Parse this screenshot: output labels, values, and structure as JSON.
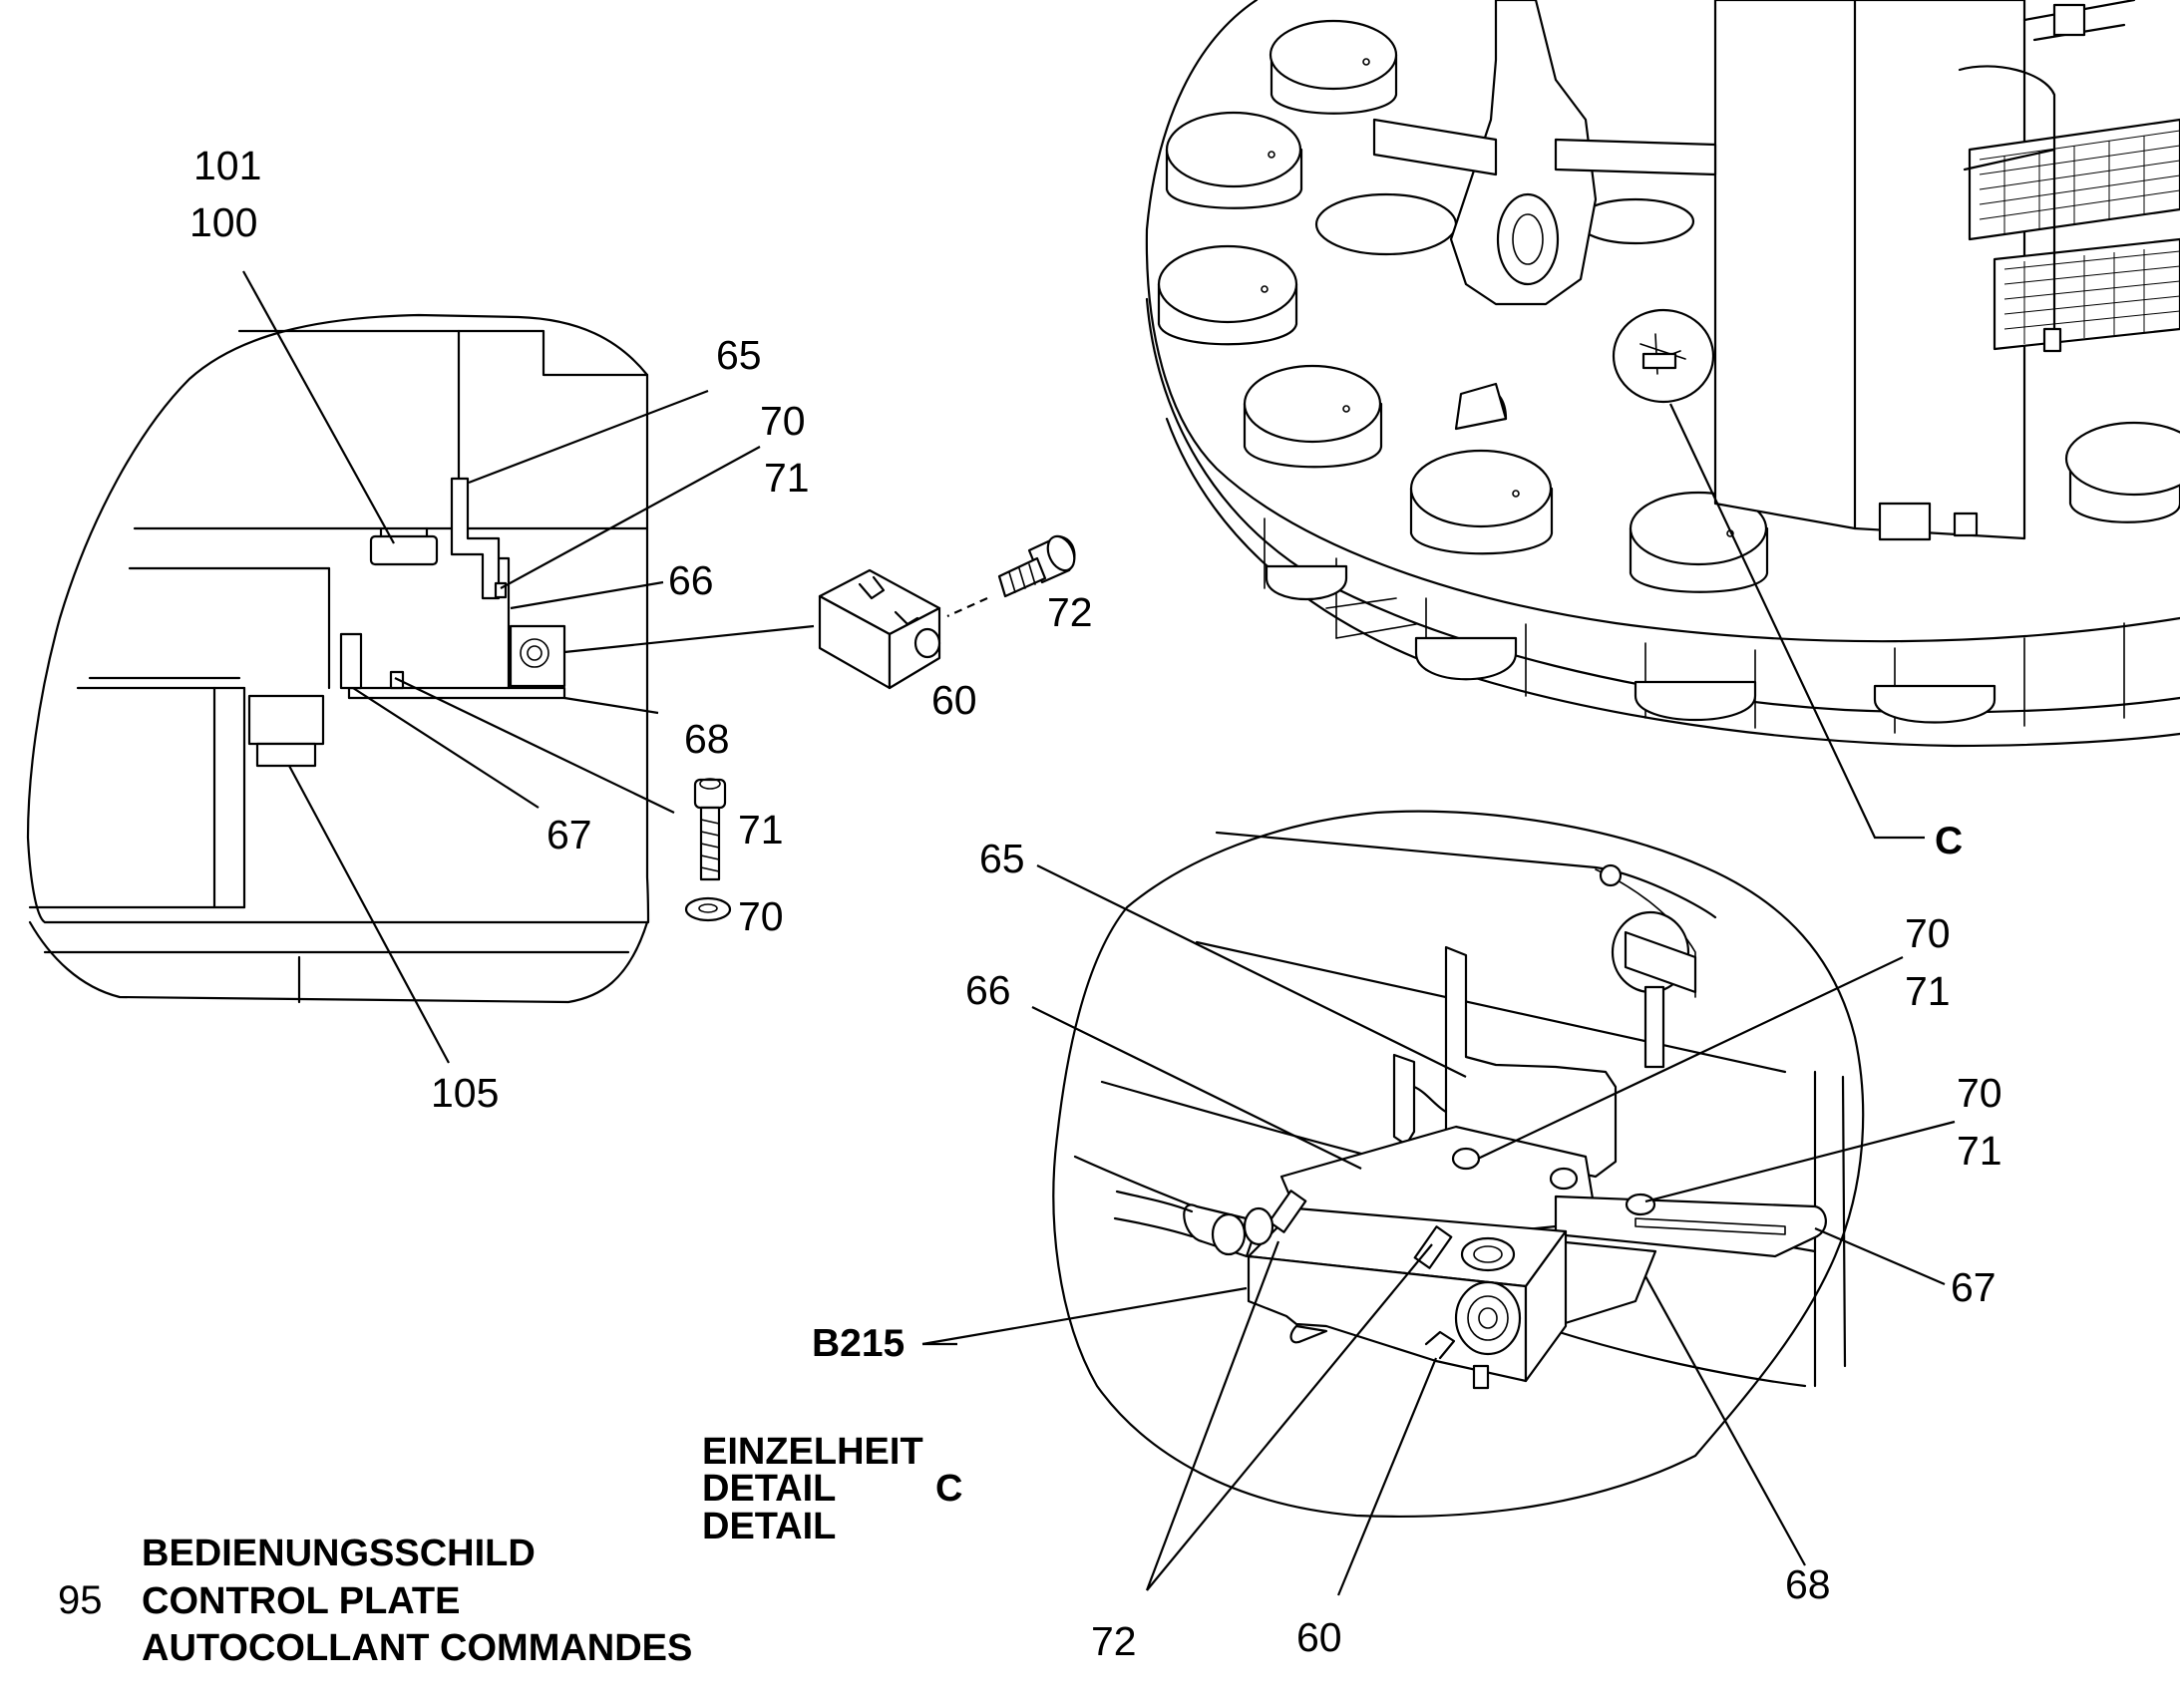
{
  "callouts": {
    "top_left": {
      "c101": "101",
      "c100": "100",
      "c65": "65",
      "c70": "70",
      "c71": "71",
      "c66": "66",
      "c72": "72",
      "c60": "60",
      "c68": "68",
      "c67": "67",
      "c71b": "71",
      "c70b": "70",
      "c105": "105"
    },
    "overview": {
      "detail_marker": "C"
    },
    "detail": {
      "c65": "65",
      "c66": "66",
      "c70a": "70",
      "c71a": "71",
      "c70b": "70",
      "c71b": "71",
      "c67": "67",
      "b215": "B215",
      "c68": "68",
      "c72": "72",
      "c60": "60"
    }
  },
  "detail_title": {
    "line1": "EINZELHEIT",
    "line2": "DETAIL",
    "line3": "DETAIL",
    "marker": "C"
  },
  "legend": {
    "item_number": "95",
    "line1": "BEDIENUNGSSCHILD",
    "line2": "CONTROL PLATE",
    "line3": "AUTOCOLLANT COMMANDES"
  }
}
